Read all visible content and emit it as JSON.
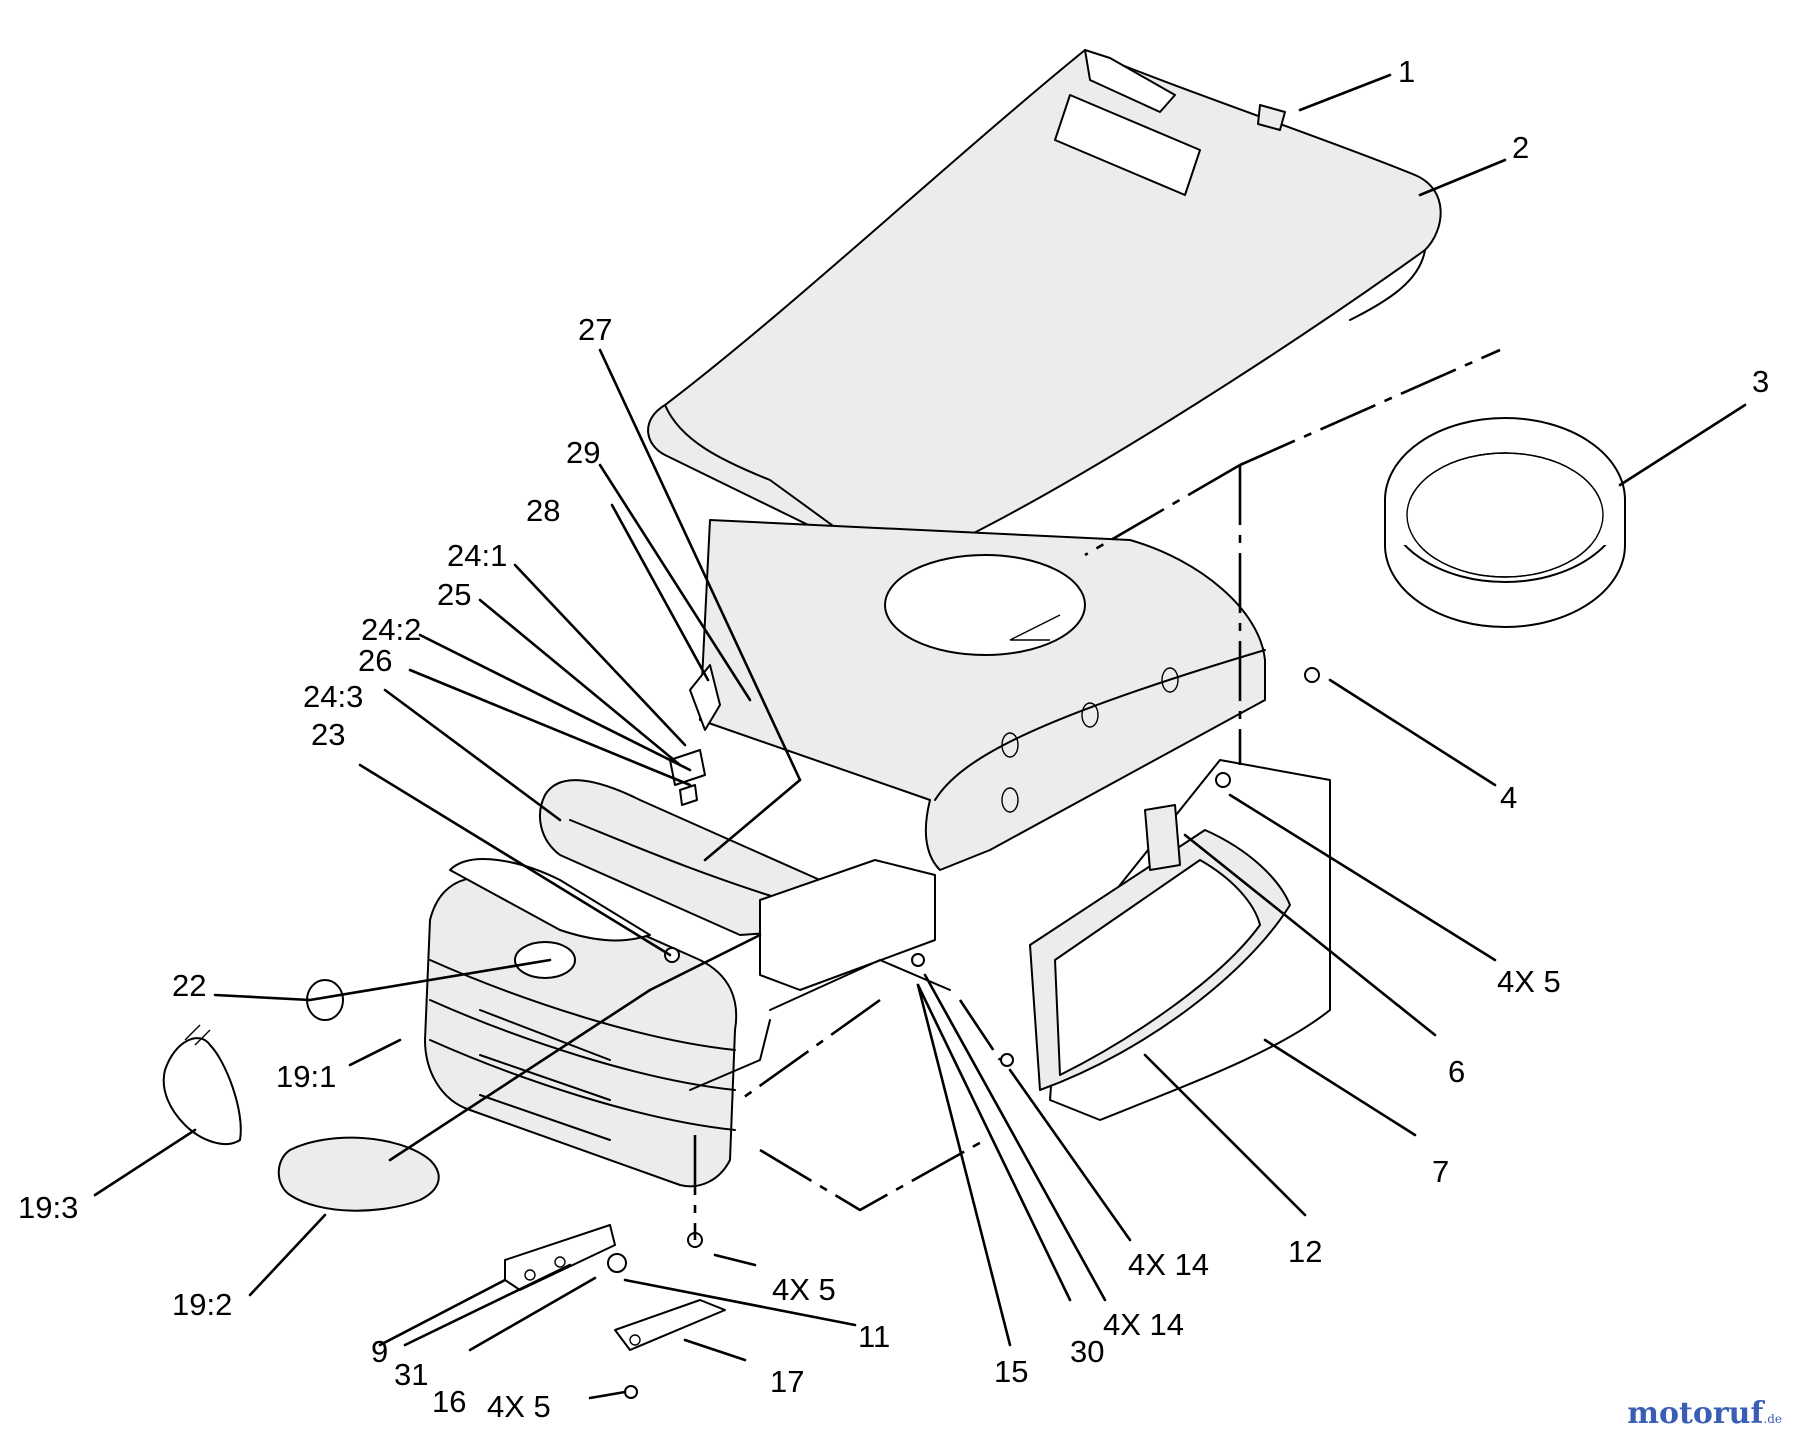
{
  "callouts": [
    {
      "id": "c1",
      "text": "1"
    },
    {
      "id": "c2",
      "text": "2"
    },
    {
      "id": "c3",
      "text": "3"
    },
    {
      "id": "c4",
      "text": "4"
    },
    {
      "id": "c4x5a",
      "text": "4X 5"
    },
    {
      "id": "c6",
      "text": "6"
    },
    {
      "id": "c7",
      "text": "7"
    },
    {
      "id": "c12",
      "text": "12"
    },
    {
      "id": "c4x14a",
      "text": "4X 14"
    },
    {
      "id": "c4x14b",
      "text": "4X 14"
    },
    {
      "id": "c30",
      "text": "30"
    },
    {
      "id": "c15",
      "text": "15"
    },
    {
      "id": "c17",
      "text": "17"
    },
    {
      "id": "c11",
      "text": "11"
    },
    {
      "id": "c4x5b",
      "text": "4X 5"
    },
    {
      "id": "c4x5c",
      "text": "4X 5"
    },
    {
      "id": "c16",
      "text": "16"
    },
    {
      "id": "c31",
      "text": "31"
    },
    {
      "id": "c9",
      "text": "9"
    },
    {
      "id": "c19_2",
      "text": "19:2"
    },
    {
      "id": "c19_3",
      "text": "19:3"
    },
    {
      "id": "c19_1",
      "text": "19:1"
    },
    {
      "id": "c22",
      "text": "22"
    },
    {
      "id": "c23",
      "text": "23"
    },
    {
      "id": "c24_3",
      "text": "24:3"
    },
    {
      "id": "c26",
      "text": "26"
    },
    {
      "id": "c24_2",
      "text": "24:2"
    },
    {
      "id": "c25",
      "text": "25"
    },
    {
      "id": "c24_1",
      "text": "24:1"
    },
    {
      "id": "c28",
      "text": "28"
    },
    {
      "id": "c29",
      "text": "29"
    },
    {
      "id": "c27",
      "text": "27"
    }
  ],
  "watermark": {
    "brand_a": "moto",
    "brand_b": "ruf",
    "tld": ".de"
  }
}
